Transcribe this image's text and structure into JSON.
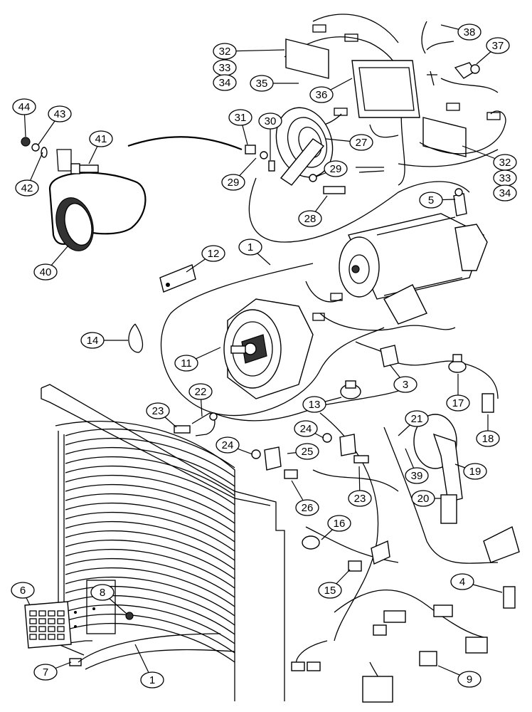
{
  "diagram": {
    "callouts": [
      {
        "id": "c44",
        "label": "44"
      },
      {
        "id": "c43",
        "label": "43"
      },
      {
        "id": "c42",
        "label": "42"
      },
      {
        "id": "c41",
        "label": "41"
      },
      {
        "id": "c40",
        "label": "40"
      },
      {
        "id": "c38",
        "label": "38"
      },
      {
        "id": "c37",
        "label": "37"
      },
      {
        "id": "c36",
        "label": "36"
      },
      {
        "id": "c35",
        "label": "35"
      },
      {
        "id": "c32a",
        "label": "32"
      },
      {
        "id": "c33a",
        "label": "33"
      },
      {
        "id": "c34a",
        "label": "34"
      },
      {
        "id": "c32b",
        "label": "32"
      },
      {
        "id": "c33b",
        "label": "33"
      },
      {
        "id": "c34b",
        "label": "34"
      },
      {
        "id": "c31",
        "label": "31"
      },
      {
        "id": "c30",
        "label": "30"
      },
      {
        "id": "c29a",
        "label": "29"
      },
      {
        "id": "c29b",
        "label": "29"
      },
      {
        "id": "c28",
        "label": "28"
      },
      {
        "id": "c27",
        "label": "27"
      },
      {
        "id": "c5",
        "label": "5"
      },
      {
        "id": "c12",
        "label": "12"
      },
      {
        "id": "c1a",
        "label": "1"
      },
      {
        "id": "c14",
        "label": "14"
      },
      {
        "id": "c11",
        "label": "11"
      },
      {
        "id": "c3",
        "label": "3"
      },
      {
        "id": "c13",
        "label": "13"
      },
      {
        "id": "c17",
        "label": "17"
      },
      {
        "id": "c18",
        "label": "18"
      },
      {
        "id": "c22",
        "label": "22"
      },
      {
        "id": "c23a",
        "label": "23"
      },
      {
        "id": "c24a",
        "label": "24"
      },
      {
        "id": "c24b",
        "label": "24"
      },
      {
        "id": "c25",
        "label": "25"
      },
      {
        "id": "c21",
        "label": "21"
      },
      {
        "id": "c39",
        "label": "39"
      },
      {
        "id": "c19",
        "label": "19"
      },
      {
        "id": "c20",
        "label": "20"
      },
      {
        "id": "c26",
        "label": "26"
      },
      {
        "id": "c23b",
        "label": "23"
      },
      {
        "id": "c16",
        "label": "16"
      },
      {
        "id": "c15",
        "label": "15"
      },
      {
        "id": "c4",
        "label": "4"
      },
      {
        "id": "c6",
        "label": "6"
      },
      {
        "id": "c8",
        "label": "8"
      },
      {
        "id": "c1b",
        "label": "1"
      },
      {
        "id": "c7",
        "label": "7"
      },
      {
        "id": "c9",
        "label": "9"
      }
    ]
  }
}
